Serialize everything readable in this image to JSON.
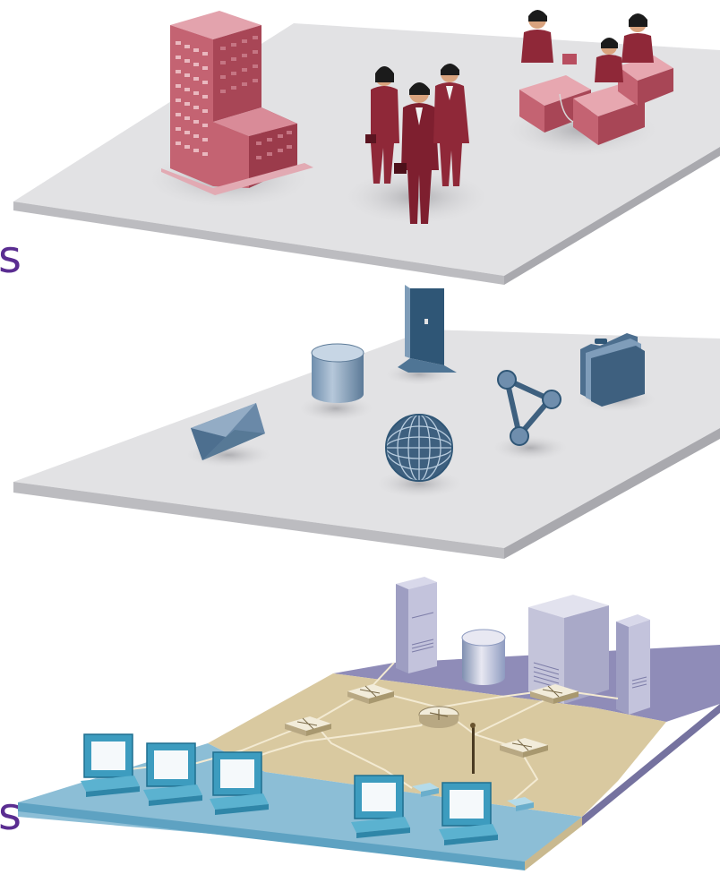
{
  "edge_labels": {
    "top": "s",
    "bottom": "s"
  },
  "layers": [
    {
      "name": "business-layer",
      "content": [
        "office-building",
        "business-people",
        "office-workers"
      ]
    },
    {
      "name": "services-layer",
      "content": [
        "database",
        "door",
        "folders",
        "envelope",
        "globe",
        "network-link"
      ]
    },
    {
      "name": "infrastructure-layer",
      "content": [
        "servers",
        "storage",
        "switches",
        "router",
        "workstations"
      ]
    }
  ],
  "colors": {
    "plate_gray": "#e2e2e4",
    "plate_edge": "#b9b9bd",
    "maroon": "#8f2838",
    "building": "#c46372",
    "steel_blue": "#5d7b98",
    "dark_blue": "#2f5676",
    "lavender": "#8f8cb8",
    "tan": "#d9c9a0",
    "sky_blue": "#8cbed6",
    "server_gray": "#b9b9d2"
  }
}
